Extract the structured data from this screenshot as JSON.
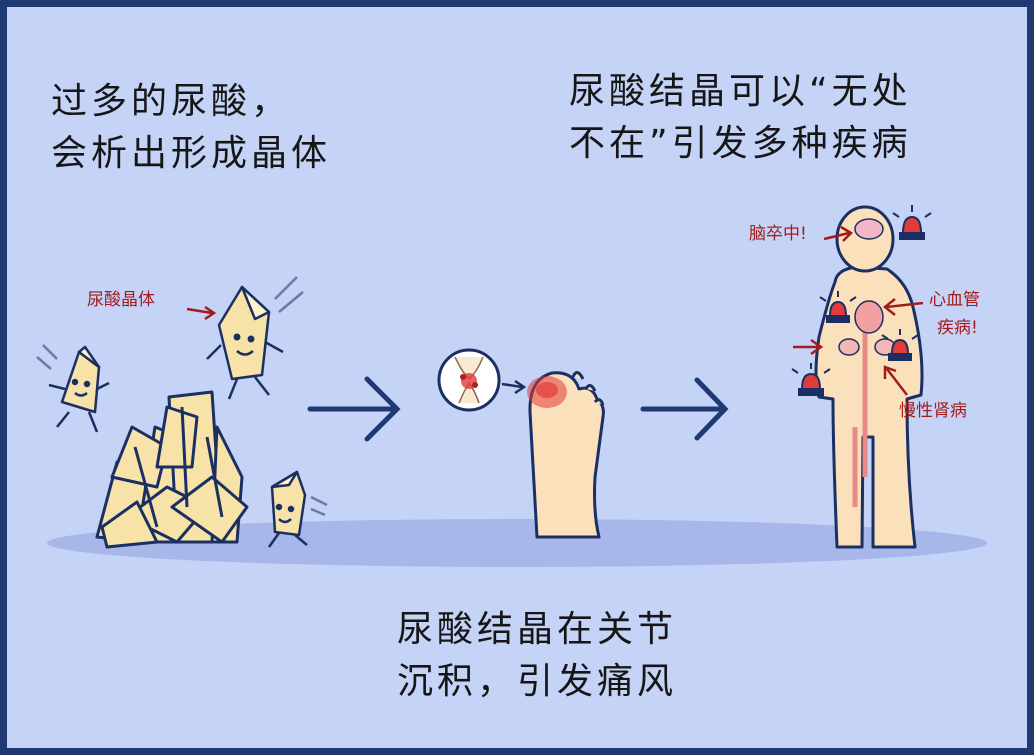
{
  "top_left_text": {
    "line1": "过多的尿酸，",
    "line2": "会析出形成晶体"
  },
  "top_right_text": {
    "line1": "尿酸结晶可以“无处",
    "line2": "不在”引发多种疾病"
  },
  "bottom_text": {
    "line1": "尿酸结晶在关节",
    "line2": "沉积，引发痛风"
  },
  "labels": {
    "crystal": "尿酸晶体",
    "stroke": "脑卒中!",
    "cardio_line1": "心血管",
    "cardio_line2": "疾病!",
    "kidney": "慢性肾病"
  },
  "colors": {
    "background": "#c4d3f6",
    "border": "#1f3a73",
    "arrow": "#1f3a73",
    "label": "#a11d1d",
    "crystal_fill": "#f7e3a8",
    "skin": "#fbe0bc",
    "inflammation": "#e23b3b"
  },
  "icons": [
    "crystal-cluster-icon",
    "running-crystal-icon",
    "joint-icon",
    "foot-icon",
    "human-body-icon",
    "siren-icon",
    "arrow-right-icon"
  ]
}
